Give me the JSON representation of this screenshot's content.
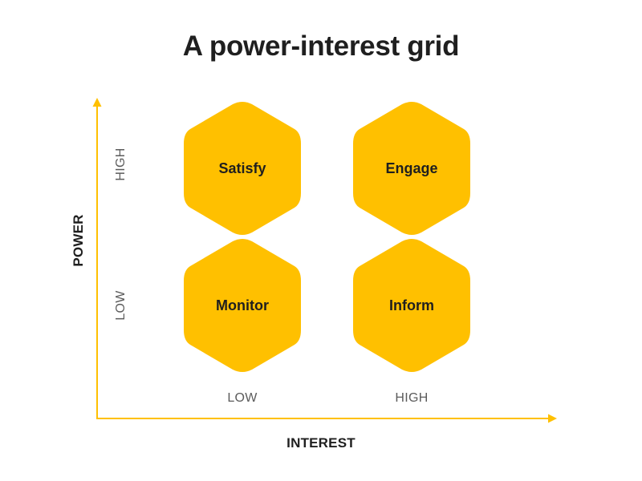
{
  "title": "A power-interest grid",
  "accent_color": "#FFC000",
  "axes": {
    "y": {
      "title": "POWER",
      "high_label": "HIGH",
      "low_label": "LOW"
    },
    "x": {
      "title": "INTEREST",
      "low_label": "LOW",
      "high_label": "HIGH"
    }
  },
  "cells": {
    "high_power_low_interest": "Satisfy",
    "high_power_high_interest": "Engage",
    "low_power_low_interest": "Monitor",
    "low_power_high_interest": "Inform"
  }
}
